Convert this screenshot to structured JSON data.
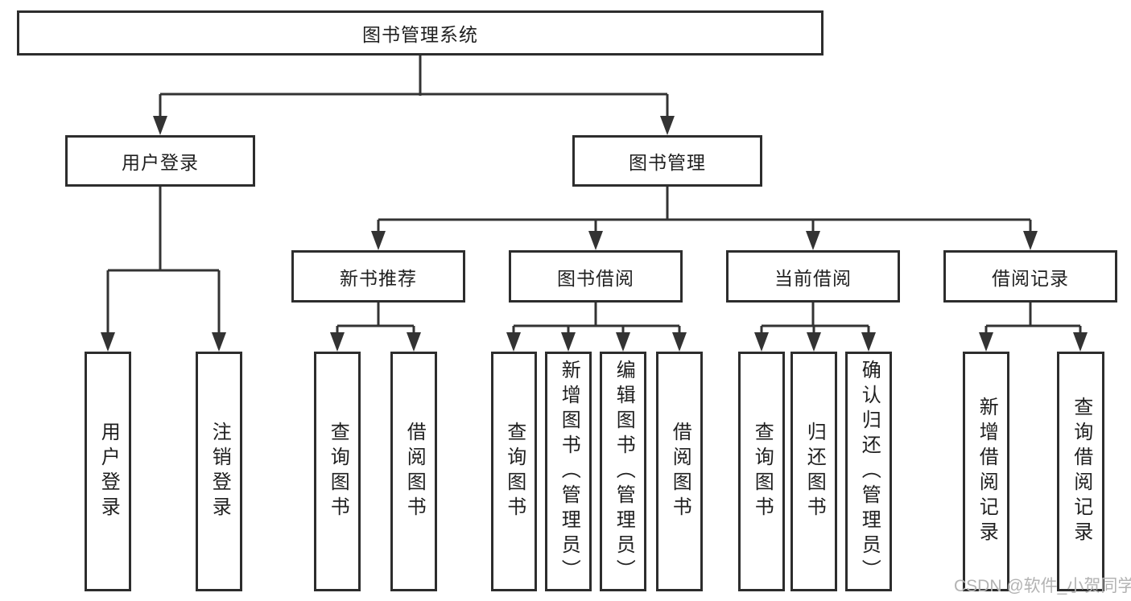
{
  "diagram": {
    "root": {
      "label": "图书管理系统"
    },
    "level2": [
      {
        "label": "用户登录"
      },
      {
        "label": "图书管理"
      }
    ],
    "level3": [
      {
        "label": "新书推荐",
        "parent": "图书管理"
      },
      {
        "label": "图书借阅",
        "parent": "图书管理"
      },
      {
        "label": "当前借阅",
        "parent": "图书管理"
      },
      {
        "label": "借阅记录",
        "parent": "图书管理"
      }
    ],
    "leaves": [
      {
        "label": "用户登录",
        "parent": "用户登录"
      },
      {
        "label": "注销登录",
        "parent": "用户登录"
      },
      {
        "label": "查询图书",
        "parent": "新书推荐"
      },
      {
        "label": "借阅图书",
        "parent": "新书推荐"
      },
      {
        "label": "查询图书",
        "parent": "图书借阅"
      },
      {
        "label": "新增图书（管理员）",
        "parent": "图书借阅"
      },
      {
        "label": "编辑图书（管理员）",
        "parent": "图书借阅"
      },
      {
        "label": "借阅图书",
        "parent": "图书借阅"
      },
      {
        "label": "查询图书",
        "parent": "当前借阅"
      },
      {
        "label": "归还图书",
        "parent": "当前借阅"
      },
      {
        "label": "确认归还（管理员）",
        "parent": "当前借阅"
      },
      {
        "label": "新增借阅记录",
        "parent": "借阅记录"
      },
      {
        "label": "查询借阅记录",
        "parent": "借阅记录"
      }
    ]
  },
  "watermark": {
    "text": "CSDN @软件_小贺同学"
  },
  "colors": {
    "line": "#333333",
    "box_border": "#2d2d2d",
    "text": "#1f1f1f",
    "watermark": "#b3b3b3",
    "background": "#ffffff"
  }
}
